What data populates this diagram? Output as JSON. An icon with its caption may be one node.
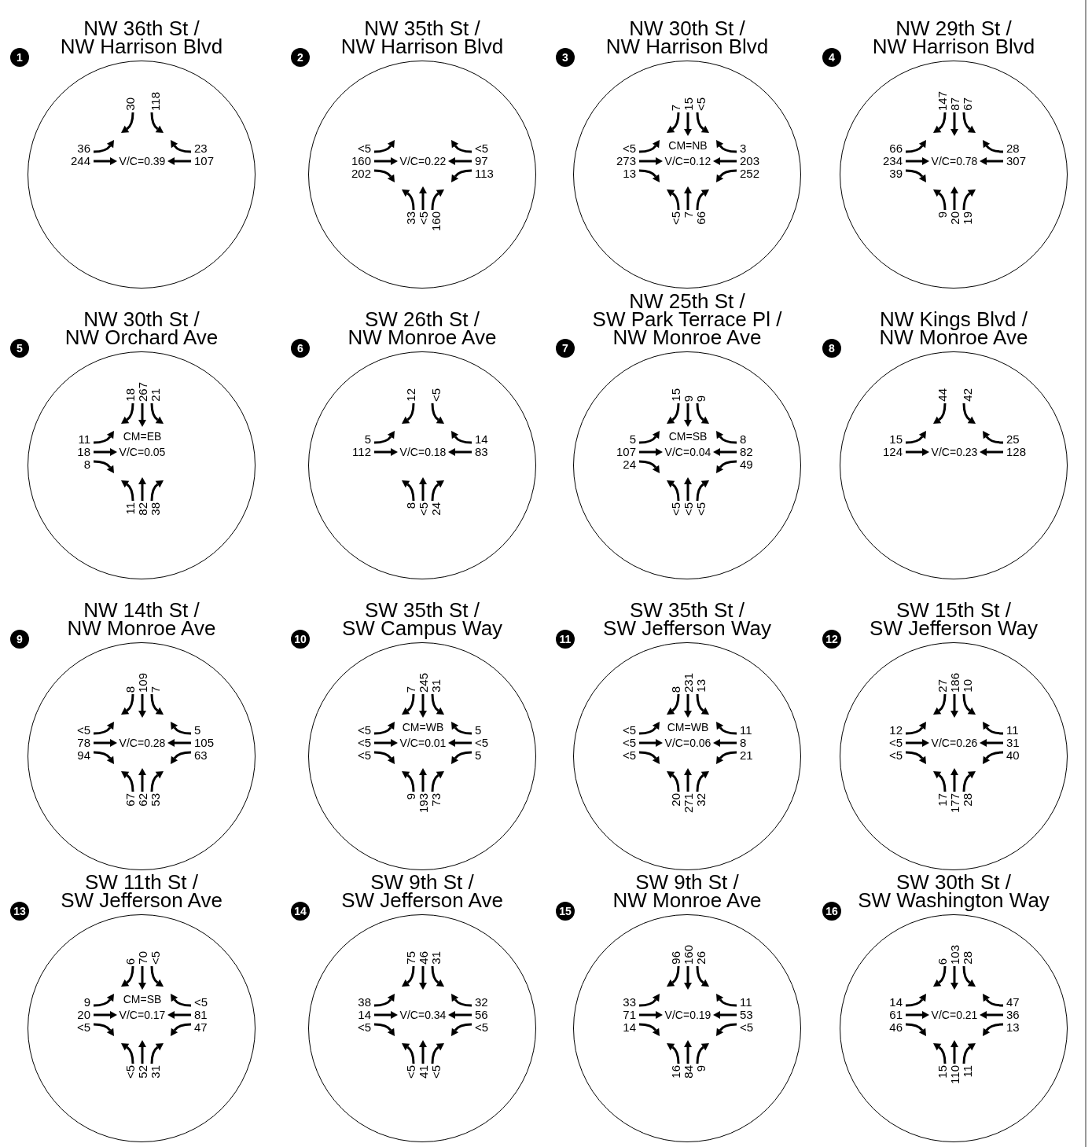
{
  "diagram": {
    "nodes": [
      {
        "text": [
          "NW 36th St / NW Harrison Blvd",
          "1",
          "V/C=0.39"
        ]
      },
      {
        "text": [
          "30",
          "118"
        ],
        "in": 0
      },
      {
        "text": [
          "36",
          "244"
        ],
        "in": 0
      },
      {
        "text": [
          "23",
          "107"
        ],
        "in": 0
      },
      {
        "text": [
          "NW 35th St / NW Harrison Blvd",
          "2",
          "V/C=0.22"
        ]
      },
      {
        "text": [
          "<5",
          "160",
          "202"
        ],
        "in": 4
      },
      {
        "text": [
          "<5",
          "97",
          "113"
        ],
        "in": 4
      },
      {
        "text": [
          "33",
          "<5",
          "160"
        ],
        "in": 4
      },
      {
        "text": [
          "NW 30th St / NW Harrison Blvd",
          "3",
          "CM=NB",
          "V/C=0.12"
        ]
      },
      {
        "text": [
          "7",
          "15",
          "<5"
        ],
        "in": 8
      },
      {
        "text": [
          "<5",
          "273",
          "13"
        ],
        "in": 8
      },
      {
        "text": [
          "3",
          "203",
          "252"
        ],
        "in": 8
      },
      {
        "text": [
          "<5",
          "7",
          "66"
        ],
        "in": 8
      },
      {
        "text": [
          "NW 29th St / NW Harrison Blvd",
          "4",
          "V/C=0.78"
        ]
      },
      {
        "text": [
          "147",
          "87",
          "67"
        ],
        "in": 13
      },
      {
        "text": [
          "66",
          "234",
          "39"
        ],
        "in": 13
      },
      {
        "text": [
          "28",
          "307"
        ],
        "in": 13
      },
      {
        "text": [
          "9",
          "20",
          "19"
        ],
        "in": 13
      },
      {
        "text": [
          "NW 30th St / NW Orchard Ave",
          "5",
          "CM=EB",
          "V/C=0.05"
        ]
      },
      {
        "text": [
          "18",
          "267",
          "21"
        ],
        "in": 18
      },
      {
        "text": [
          "11",
          "18",
          "8"
        ],
        "in": 18
      },
      {
        "text": [
          "11",
          "82",
          "38"
        ],
        "in": 18
      },
      {
        "text": [
          "SW 26th St / NW Monroe Ave",
          "6",
          "V/C=0.18"
        ]
      },
      {
        "text": [
          "12",
          "<5"
        ],
        "in": 22
      },
      {
        "text": [
          "5",
          "112"
        ],
        "in": 22
      },
      {
        "text": [
          "14",
          "83"
        ],
        "in": 22
      },
      {
        "text": [
          "8",
          "<5",
          "24"
        ],
        "in": 22
      },
      {
        "text": [
          "NW 25th St / SW Park Terrace Pl / NW Monroe Ave",
          "7",
          "CM=SB",
          "V/C=0.04"
        ]
      },
      {
        "text": [
          "15",
          "9",
          "9"
        ],
        "in": 27
      },
      {
        "text": [
          "5",
          "107",
          "24"
        ],
        "in": 27
      },
      {
        "text": [
          "8",
          "82",
          "49"
        ],
        "in": 27
      },
      {
        "text": [
          "<5",
          "<5",
          "<5"
        ],
        "in": 27
      },
      {
        "text": [
          "NW Kings Blvd / NW Monroe Ave",
          "8",
          "V/C=0.23"
        ]
      },
      {
        "text": [
          "44",
          "42"
        ],
        "in": 32
      },
      {
        "text": [
          "15",
          "124"
        ],
        "in": 32
      },
      {
        "text": [
          "25",
          "128"
        ],
        "in": 32
      },
      {
        "text": [
          "NW 14th St / NW Monroe Ave",
          "9",
          "V/C=0.28"
        ]
      },
      {
        "text": [
          "8",
          "109",
          "7"
        ],
        "in": 36
      },
      {
        "text": [
          "<5",
          "78",
          "94"
        ],
        "in": 36
      },
      {
        "text": [
          "5",
          "105",
          "63"
        ],
        "in": 36
      },
      {
        "text": [
          "67",
          "62",
          "53"
        ],
        "in": 36
      },
      {
        "text": [
          "SW 35th St / SW Campus Way",
          "10",
          "CM=WB",
          "V/C=0.01"
        ]
      },
      {
        "text": [
          "7",
          "245",
          "31"
        ],
        "in": 41
      },
      {
        "text": [
          "<5",
          "<5",
          "<5"
        ],
        "in": 41
      },
      {
        "text": [
          "5",
          "<5",
          "5"
        ],
        "in": 41
      },
      {
        "text": [
          "9",
          "193",
          "73"
        ],
        "in": 41
      },
      {
        "text": [
          "SW 35th St / SW Jefferson Way",
          "11",
          "CM=WB",
          "V/C=0.06"
        ]
      },
      {
        "text": [
          "8",
          "231",
          "13"
        ],
        "in": 46
      },
      {
        "text": [
          "<5",
          "<5",
          "<5"
        ],
        "in": 46
      },
      {
        "text": [
          "11",
          "8",
          "21"
        ],
        "in": 46
      },
      {
        "text": [
          "20",
          "271",
          "32"
        ],
        "in": 46
      },
      {
        "text": [
          "SW 15th St / SW Jefferson Way",
          "12",
          "V/C=0.26"
        ]
      },
      {
        "text": [
          "27",
          "186",
          "10"
        ],
        "in": 51
      },
      {
        "text": [
          "12",
          "<5",
          "<5"
        ],
        "in": 51
      },
      {
        "text": [
          "11",
          "31",
          "40"
        ],
        "in": 51
      },
      {
        "text": [
          "17",
          "177",
          "28"
        ],
        "in": 51
      },
      {
        "text": [
          "SW 11th St / SW Jefferson Ave",
          "13",
          "CM=SB",
          "V/C=0.17"
        ]
      },
      {
        "text": [
          "6",
          "70",
          "<5"
        ],
        "in": 56
      },
      {
        "text": [
          "9",
          "20",
          "<5"
        ],
        "in": 56
      },
      {
        "text": [
          "<5",
          "81",
          "47"
        ],
        "in": 56
      },
      {
        "text": [
          "<5",
          "52",
          "31"
        ],
        "in": 56
      },
      {
        "text": [
          "SW 9th St / SW Jefferson Ave",
          "14",
          "V/C=0.34"
        ]
      },
      {
        "text": [
          "75",
          "46",
          "31"
        ],
        "in": 61
      },
      {
        "text": [
          "38",
          "14",
          "<5"
        ],
        "in": 61
      },
      {
        "text": [
          "32",
          "56",
          "<5"
        ],
        "in": 61
      },
      {
        "text": [
          "<5",
          "41",
          "<5"
        ],
        "in": 61
      },
      {
        "text": [
          "SW 9th St / NW Monroe Ave",
          "15",
          "V/C=0.19"
        ]
      },
      {
        "text": [
          "96",
          "160",
          "26"
        ],
        "in": 66
      },
      {
        "text": [
          "33",
          "71",
          "14"
        ],
        "in": 66
      },
      {
        "text": [
          "11",
          "53",
          "<5"
        ],
        "in": 66
      },
      {
        "text": [
          "16",
          "84",
          "9"
        ],
        "in": 66
      },
      {
        "text": [
          "SW 30th St / SW Washington Way",
          "16",
          "V/C=0.21"
        ]
      },
      {
        "text": [
          "6",
          "103",
          "28"
        ],
        "in": 71
      },
      {
        "text": [
          "14",
          "61",
          "46"
        ],
        "in": 71
      },
      {
        "text": [
          "47",
          "36",
          "13"
        ],
        "in": 71
      },
      {
        "text": [
          "15",
          "110",
          "11"
        ],
        "in": 71
      }
    ]
  }
}
